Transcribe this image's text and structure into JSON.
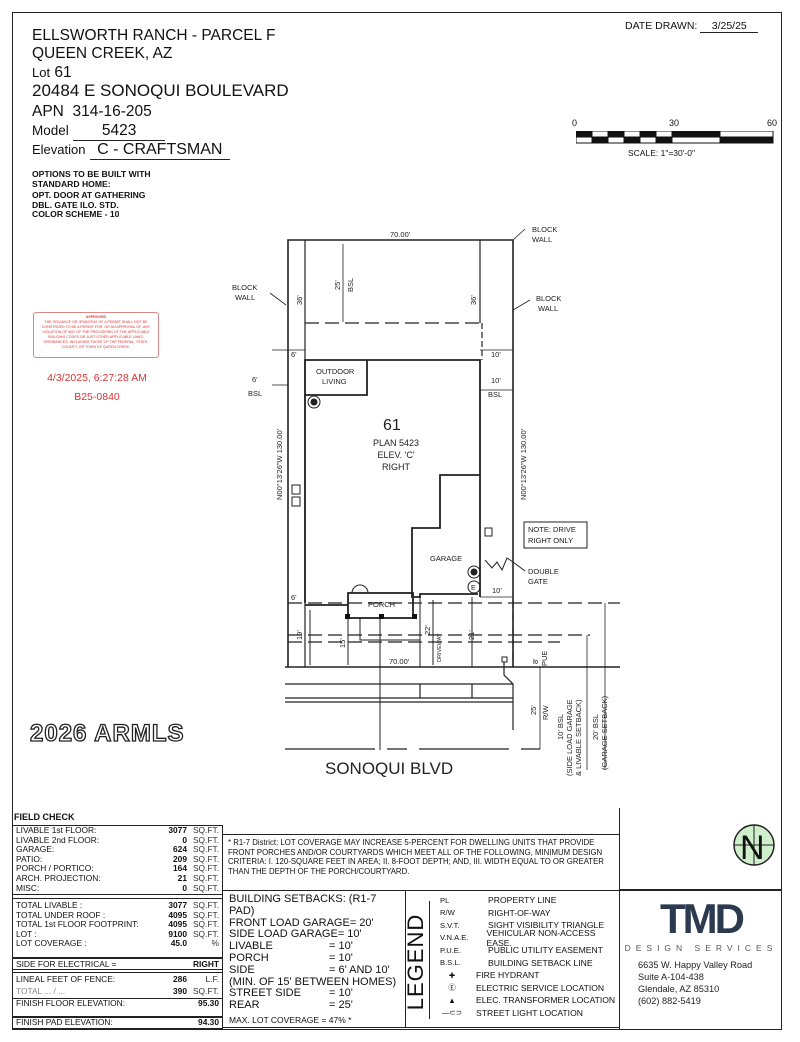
{
  "header": {
    "project": "ELLSWORTH RANCH - PARCEL F",
    "city": "QUEEN CREEK, AZ",
    "lot_label": "Lot",
    "lot": "61",
    "address": "20484 E SONOQUI BOULEVARD",
    "apn_label": "APN",
    "apn": "314-16-205",
    "model_label": "Model",
    "model": "5423",
    "elevation_label": "Elevation",
    "elevation": "C - CRAFTSMAN",
    "date_drawn_label": "DATE DRAWN:",
    "date_drawn": "3/25/25"
  },
  "options": {
    "title": "OPTIONS TO BE BUILT WITH STANDARD HOME:",
    "items": [
      "OPT. DOOR AT GATHERING",
      "DBL. GATE ILO. STD.",
      "COLOR SCHEME - 10"
    ]
  },
  "stamp": {
    "title": "APPROVED",
    "text": "THE ISSUANCE OR GRANTING OF A PERMIT SHALL NOT BE CONSTRUED TO BE A PERMIT FOR, OR AN APPROVAL OF, ANY VIOLATION OF ANY OF THE PROVISIONS OF THE APPLICABLE BUILDING CODES OR JUST OTHER APPLICABLE LAWS, ORDINANCES, INCLUDING THOSE OF THE FEDERAL, STATE, COUNTY, OR TOWN OF QUEEN CREEK.",
    "timestamp": "4/3/2025, 6:27:28 AM",
    "permit": "B25-0840",
    "color": "#e03030"
  },
  "scale": {
    "ticks": [
      "0",
      "30",
      "60"
    ],
    "label": "SCALE: 1\"=30'-0\""
  },
  "plan": {
    "lot_number": "61",
    "plan": "PLAN 5423",
    "elev": "ELEV. 'C'",
    "side": "RIGHT",
    "outdoor_living": [
      "OUTDOOR",
      "LIVING"
    ],
    "garage": "GARAGE",
    "porch": "PORCH",
    "driveway": "DRIVEWAY",
    "block_wall": [
      "BLOCK",
      "WALL"
    ],
    "note": [
      "NOTE: DRIVE",
      "RIGHT ONLY"
    ],
    "double_gate": [
      "DOUBLE",
      "GATE"
    ],
    "street": "SONOQUI BLVD",
    "dims": {
      "width": "70.00'",
      "depth": "N00°13'26\"W 130.00'",
      "rear_bsl": "25'",
      "bsl": "BSL",
      "rear_left": "36'",
      "rear_right": "36'",
      "left_side": "6'",
      "right_side": "10'",
      "front_left": "19'",
      "porch_depth": "15'",
      "drive": "22'",
      "garage_front": "21'",
      "pue": "8'",
      "pue_label": "PUE",
      "rw_depth": "25'",
      "rw_label": "R/W",
      "bsl10": [
        "10' BSL",
        "(SIDE LOAD GARAGE",
        "& LIVABLE SETBACK)"
      ],
      "bsl20": [
        "20' BSL",
        "(GARAGE SETBACK)"
      ]
    }
  },
  "field_check": {
    "title": "FIELD CHECK",
    "areas": [
      {
        "label": "LIVABLE 1st FLOOR:",
        "value": "3077",
        "unit": "SQ.FT."
      },
      {
        "label": "LIVABLE 2nd FLOOR:",
        "value": "0",
        "unit": "SQ.FT."
      },
      {
        "label": "GARAGE:",
        "value": "624",
        "unit": "SQ.FT."
      },
      {
        "label": "PATIO:",
        "value": "209",
        "unit": "SQ.FT."
      },
      {
        "label": "PORCH / PORTICO:",
        "value": "164",
        "unit": "SQ.FT."
      },
      {
        "label": "ARCH. PROJECTION:",
        "value": "21",
        "unit": "SQ.FT."
      },
      {
        "label": "MISC:",
        "value": "0",
        "unit": "SQ.FT."
      }
    ],
    "totals": [
      {
        "label": "TOTAL LIVABLE :",
        "value": "3077",
        "unit": "SQ.FT."
      },
      {
        "label": "TOTAL UNDER ROOF :",
        "value": "4095",
        "unit": "SQ.FT."
      },
      {
        "label": "TOTAL 1st FLOOR FOOTPRINT:",
        "value": "4095",
        "unit": "SQ.FT."
      },
      {
        "label": "LOT :",
        "value": "9100",
        "unit": "SQ.FT."
      },
      {
        "label": "LOT COVERAGE :",
        "value": "45.0",
        "unit": "%"
      }
    ],
    "electrical": {
      "label": "SIDE FOR ELECTRICAL =",
      "value": "RIGHT"
    },
    "fence": {
      "label": "LINEAL FEET OF FENCE:",
      "value": "286",
      "unit": "L.F."
    },
    "obscured": {
      "label": "TOTAL ... / ...",
      "value": "390",
      "unit": "SQ.FT."
    },
    "finish_floor": {
      "label": "FINISH FLOOR ELEVATION:",
      "value": "95.30"
    },
    "finish_pad": {
      "label": "FINISH PAD ELEVATION:",
      "value": "94.30"
    }
  },
  "watermark": "2026 ARMLS",
  "note_text": "* R1-7 District: LOT COVERAGE MAY INCREASE 5-PERCENT FOR DWELLING UNITS THAT PROVIDE FRONT PORCHES AND/OR COURTYARDS WHICH MEET ALL OF THE FOLLOWING, MINIMUM DESIGN CRITERIA: I. 120-SQUARE FEET IN AREA; II. 8-FOOT DEPTH; AND, III. WIDTH EQUAL TO OR GREATER THAN THE DEPTH OF THE PORCH/COURTYARD.",
  "setbacks": {
    "title": "BUILDING SETBACKS: (R1-7 PAD)",
    "rows": [
      {
        "label": "FRONT LOAD GARAGE",
        "value": "= 20'"
      },
      {
        "label": "SIDE LOAD GARAGE",
        "value": "= 10'"
      },
      {
        "label": "LIVABLE",
        "value": "= 10'"
      },
      {
        "label": "PORCH",
        "value": "= 10'"
      },
      {
        "label": "SIDE",
        "value": "= 6' AND 10'"
      },
      {
        "label": "(MIN. OF 15' BETWEEN HOMES)",
        "value": ""
      },
      {
        "label": "STREET SIDE",
        "value": "= 10'"
      },
      {
        "label": "REAR",
        "value": "= 25'"
      }
    ],
    "max_coverage": "MAX. LOT COVERAGE  = 47% *"
  },
  "legend": {
    "title": "LEGEND",
    "items": [
      {
        "abbr": "PL",
        "text": "PROPERTY LINE"
      },
      {
        "abbr": "R/W",
        "text": "RIGHT-OF-WAY"
      },
      {
        "abbr": "S.V.T.",
        "text": "SIGHT VISIBILITY TRIANGLE"
      },
      {
        "abbr": "V.N.A.E.",
        "text": "VEHICULAR NON-ACCESS EASE."
      },
      {
        "abbr": "P.U.E.",
        "text": "PUBLIC UTILITY EASEMENT"
      },
      {
        "abbr": "B.S.L.",
        "text": "BUILDING SETBACK LINE"
      },
      {
        "abbr": "",
        "icon": "fire-hydrant-icon",
        "text": "FIRE HYDRANT"
      },
      {
        "abbr": "",
        "icon": "electric-service-icon",
        "text": "ELECTRIC SERVICE LOCATION"
      },
      {
        "abbr": "",
        "icon": "transformer-icon",
        "text": "ELEC. TRANSFORMER LOCATION"
      },
      {
        "abbr": "",
        "icon": "street-light-icon",
        "text": "STREET LIGHT LOCATION"
      }
    ]
  },
  "company": {
    "logo": "TMD",
    "tagline": "DESIGN SERVICES",
    "address": [
      "6635 W. Happy Valley Road",
      "Suite A-104-438",
      "Glendale, AZ 85310",
      "(602) 882-5419"
    ],
    "logo_color": "#2b3a4f"
  }
}
